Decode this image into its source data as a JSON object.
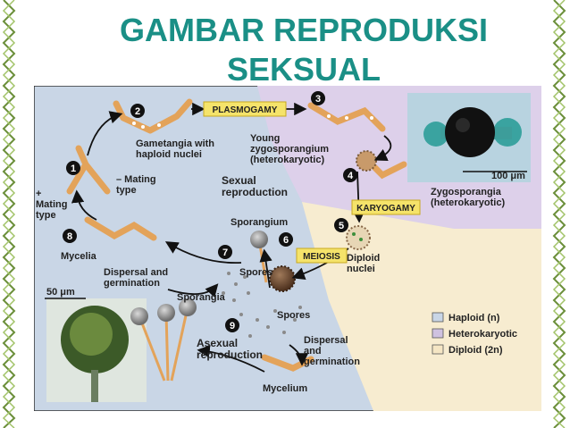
{
  "title": {
    "line1": "GAMBAR REPRODUKSI",
    "line2": "SEKSUAL"
  },
  "stages": {
    "plasmogamy": "PLASMOGAMY",
    "karyogamy": "KARYOGAMY",
    "meiosis": "MEIOSIS"
  },
  "step_numbers": [
    "1",
    "2",
    "3",
    "4",
    "5",
    "6",
    "7",
    "8",
    "9"
  ],
  "labels": {
    "gametangia_1": "Gametangia with",
    "gametangia_2": "haploid nuclei",
    "young_zygo_1": "Young",
    "young_zygo_2": "zygosporangium",
    "young_zygo_3": "(heterokaryotic)",
    "minus_mating_1": "– Mating",
    "minus_mating_2": "type",
    "plus_mating_1": "+",
    "plus_mating_2": "Mating",
    "plus_mating_3": "type",
    "sexual_1": "Sexual",
    "sexual_2": "reproduction",
    "scale_100": "100 μm",
    "zygosporangia_1": "Zygosporangia",
    "zygosporangia_2": "(heterokaryotic)",
    "sporangium": "Sporangium",
    "mycelia": "Mycelia",
    "dispersal_1": "Dispersal and",
    "dispersal_2": "germination",
    "spores_left": "Spores",
    "diploid_1": "Diploid",
    "diploid_2": "nuclei",
    "scale_50": "50 μm",
    "sporangia": "Sporangia",
    "spores_right": "Spores",
    "asexual_1": "Asexual",
    "asexual_2": "reproduction",
    "dispersal2_1": "Dispersal",
    "dispersal2_2": "and",
    "dispersal2_3": "germination",
    "mycelium": "Mycelium"
  },
  "legend": [
    {
      "label": "Haploid (n)",
      "color": "#c9d6e6"
    },
    {
      "label": "Heterokaryotic",
      "color": "#cfc2e0"
    },
    {
      "label": "Diploid (2n)",
      "color": "#f5e6c4"
    }
  ],
  "colors": {
    "title": "#1a8f86",
    "haploid_bg": "#c9d6e6",
    "heterokaryotic_bg": "#ddd0ea",
    "diploid_bg": "#f7ecd0",
    "stage_box": "#f5e36a",
    "hyphae": "#e3a35a",
    "step_badge": "#111111"
  }
}
